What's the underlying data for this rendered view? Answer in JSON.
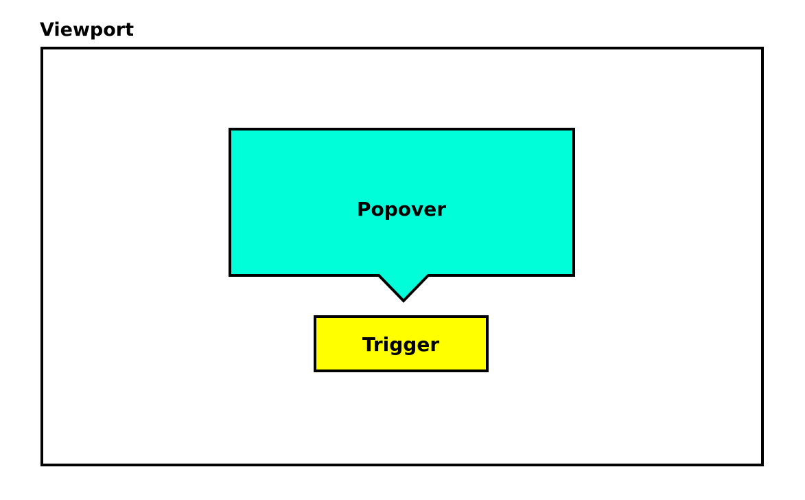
{
  "diagram": {
    "title": "Viewport",
    "popover_label": "Popover",
    "trigger_label": "Trigger"
  },
  "colors": {
    "popover_fill": "#00ffd8",
    "trigger_fill": "#ffff00",
    "border": "#000000",
    "background": "#ffffff"
  }
}
